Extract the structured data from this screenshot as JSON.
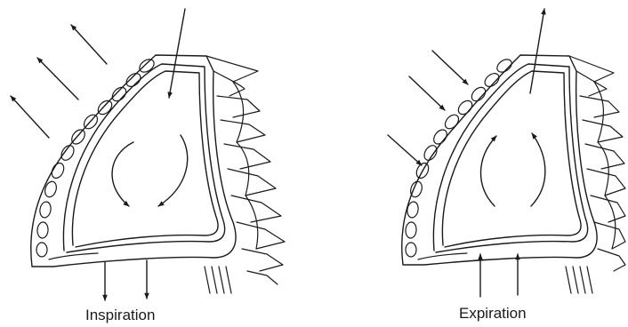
{
  "panels": [
    {
      "id": "inspiration",
      "label": "Inspiration"
    },
    {
      "id": "expiration",
      "label": "Expiration"
    }
  ],
  "colors": {
    "ink": "#1a1a1a",
    "paper": "#ffffff"
  }
}
